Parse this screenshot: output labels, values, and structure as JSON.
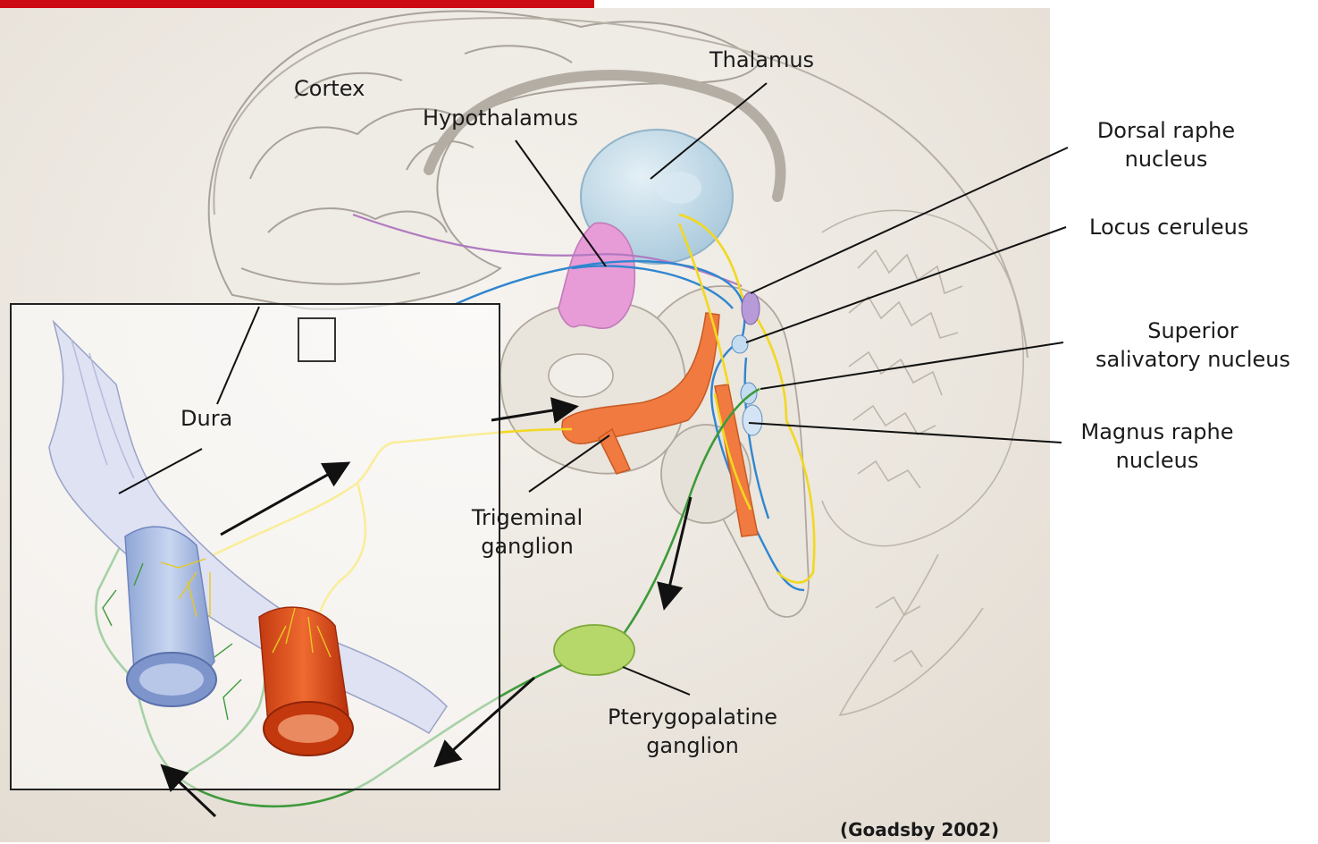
{
  "labels": {
    "cortex": "Cortex",
    "thalamus": "Thalamus",
    "hypothalamus": "Hypothalamus",
    "dorsal_raphe_line1": "Dorsal raphe",
    "dorsal_raphe_line2": "nucleus",
    "locus_ceruleus": "Locus ceruleus",
    "superior_salivatory_line1": "Superior",
    "superior_salivatory_line2": "salivatory nucleus",
    "magnus_raphe_line1": "Magnus raphe",
    "magnus_raphe_line2": "nucleus",
    "dura": "Dura",
    "trigeminal_line1": "Trigeminal",
    "trigeminal_line2": "ganglion",
    "pterygopalatine_line1": "Pterygopalatine",
    "pterygopalatine_line2": "ganglion"
  },
  "credit": "(Goadsby 2002)",
  "colors": {
    "accent_bar": "#cc0a14",
    "parchment": "#ece6dd",
    "trigeminal_fiber": "#f2d820",
    "parasympathetic_fiber": "#3d9a3a",
    "hypothalamic_fiber": "#b07ac0",
    "brainstem_fiber": "#2f86cf",
    "thalamus": "#c4dcea",
    "hypothalamus": "#e79cd8",
    "ganglion": "#f07a40",
    "vein": "#9fb4e0",
    "artery": "#d84a1c",
    "pterygopalatine_ganglion": "#b6d86a"
  }
}
